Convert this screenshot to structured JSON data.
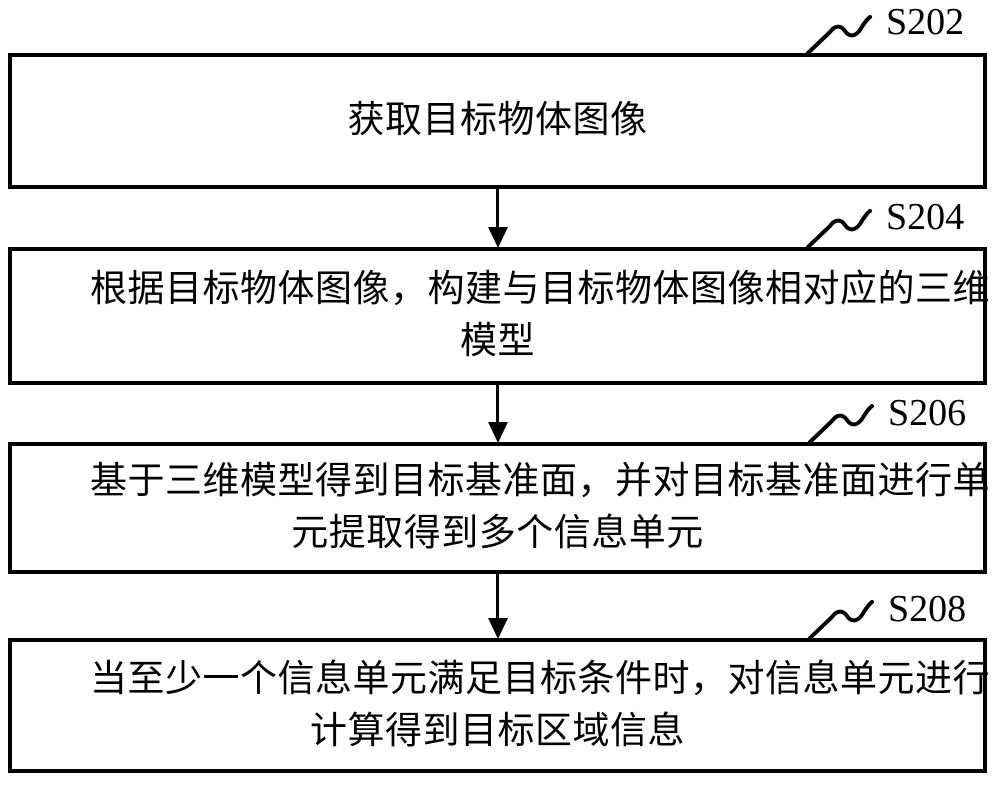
{
  "figure": {
    "background_color": "#ffffff",
    "ink_color": "#000000",
    "type": "flowchart",
    "steps": [
      {
        "label": "S202",
        "lines": [
          "获取目标物体图像"
        ],
        "full_text": "获取目标物体图像"
      },
      {
        "label": "S204",
        "lines": [
          "根据目标物体图像，构建与目标物体图像相对应的三维",
          "模型"
        ],
        "full_text": "根据目标物体图像，构建与目标物体图像相对应的三维模型"
      },
      {
        "label": "S206",
        "lines": [
          "基于三维模型得到目标基准面，并对目标基准面进行单",
          "元提取得到多个信息单元"
        ],
        "full_text": "基于三维模型得到目标基准面，并对目标基准面进行单元提取得到多个信息单元"
      },
      {
        "label": "S208",
        "lines": [
          "当至少一个信息单元满足目标条件时，对信息单元进行",
          "计算得到目标区域信息"
        ],
        "full_text": "当至少一个信息单元满足目标条件时，对信息单元进行计算得到目标区域信息"
      }
    ],
    "connectors": [
      "arrow-down",
      "arrow-down",
      "arrow-down"
    ]
  }
}
